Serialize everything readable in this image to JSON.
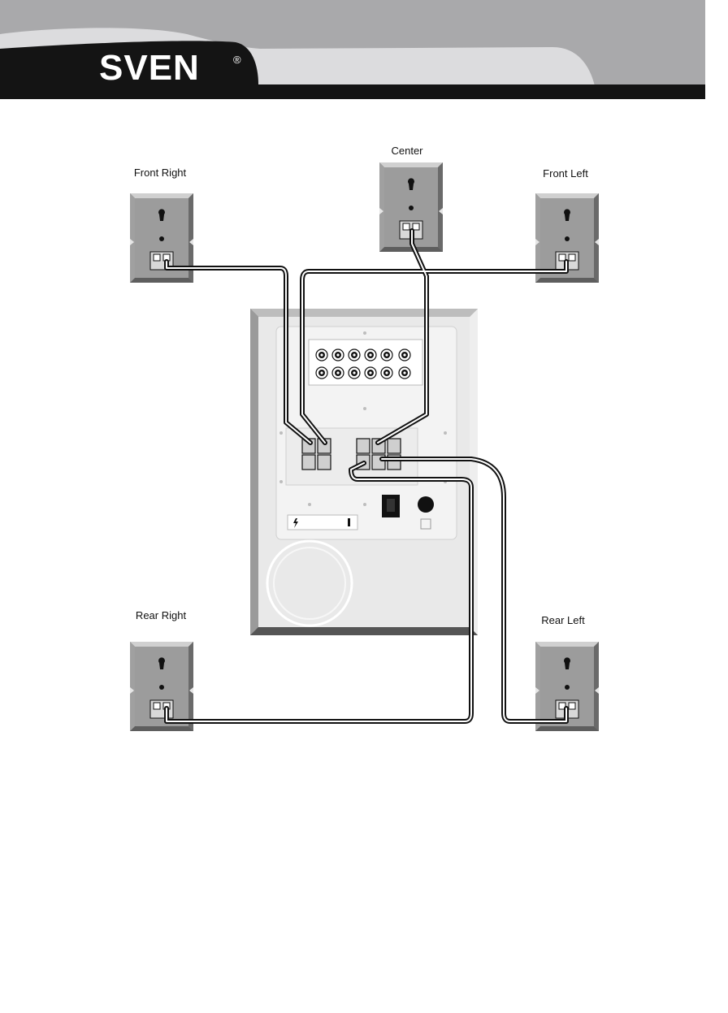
{
  "brand": {
    "logo_text": "SVEN",
    "registered_mark": "®"
  },
  "speakers": {
    "front_right": "Front Right",
    "center": "Center",
    "front_left": "Front Left",
    "rear_right": "Rear Right",
    "rear_left": "Rear Left"
  },
  "colors": {
    "header_dark": "#141414",
    "header_grey": "#a9a9ab",
    "speaker_body": "#b4b4b4",
    "speaker_face": "#8c8c8c",
    "subwoofer_body": "#e6e6e6",
    "cable": "#111111"
  }
}
